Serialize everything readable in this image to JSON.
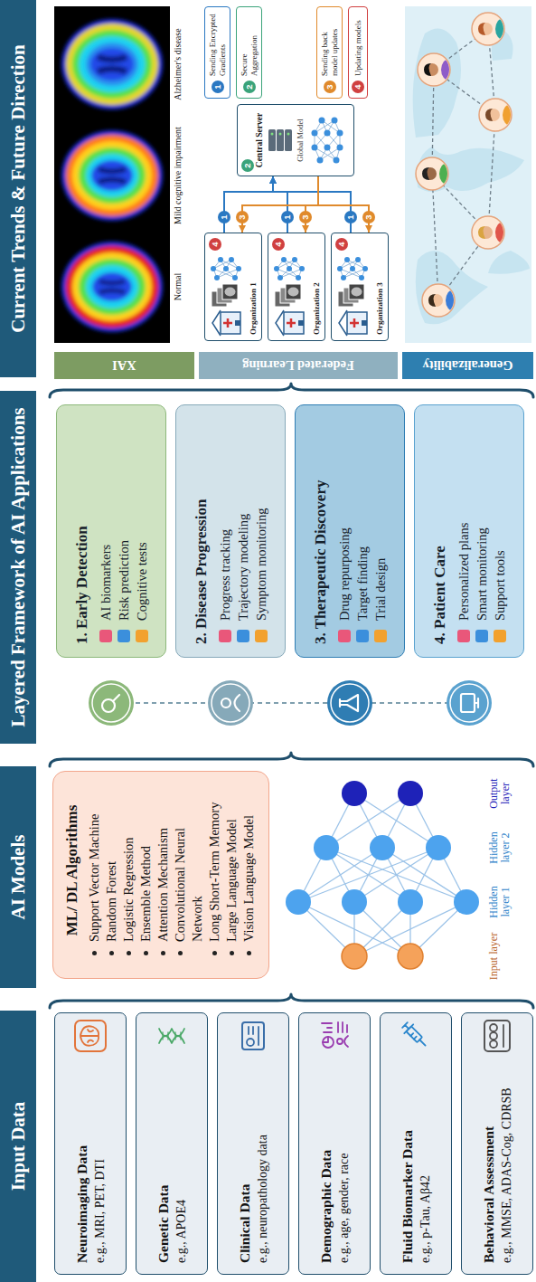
{
  "diagram": {
    "nodes": [
      {
        "text": [
          "Input Data"
        ]
      },
      {
        "text": [
          "Neuroimaging Data",
          "e.g., MRI, PET, DTI"
        ]
      },
      {
        "text": [
          "Genetic Data",
          "e.g., APOE4"
        ]
      },
      {
        "text": [
          "Clinical Data",
          "e.g., neuropathology data"
        ]
      },
      {
        "text": [
          "Demographic Data",
          "e.g., age, gender, race"
        ]
      },
      {
        "text": [
          "Fluid Biomarker Data",
          "e.g., p-Tau, Aβ42"
        ]
      },
      {
        "text": [
          "Behavioral Assessment",
          "e.g., MMSE, ADAS-Cog, CDRSB"
        ]
      },
      {
        "text": [
          "AI Models"
        ]
      },
      {
        "text": [
          "ML/ DL Algorithms",
          "Support Vector Machine",
          "Random Forest",
          "Logistic Regression",
          "Ensemble Method",
          "Attention Mechanism",
          "Convolutional Neural Network",
          "Long Short-Term Memory",
          "Large Language Model",
          "Vision Language Model"
        ]
      },
      {
        "text": [
          "Layered Framework of AI Applications"
        ]
      },
      {
        "text": [
          "1. Early Detection",
          "AI biomarkers",
          "Risk prediction",
          "Cognitive tests"
        ]
      },
      {
        "text": [
          "2. Disease Progression",
          "Progress tracking",
          "Trajectory modeling",
          "Symptom monitoring"
        ]
      },
      {
        "text": [
          "3. Therapeutic Discovery",
          "Drug repurposing",
          "Target finding",
          "Trial design"
        ]
      },
      {
        "text": [
          "4. Patient Care",
          "Personalized plans",
          "Smart monitoring",
          "Support tools"
        ]
      },
      {
        "text": [
          "Current Trends & Future Direction"
        ]
      },
      {
        "text": [
          "XAI"
        ]
      },
      {
        "text": [
          "Federated Learning"
        ]
      },
      {
        "text": [
          "4",
          "Organization 1"
        ]
      },
      {
        "text": [
          "4",
          "Organization 2"
        ]
      },
      {
        "text": [
          "4",
          "Organization 3"
        ]
      },
      {
        "text": [
          "2",
          "Central Server",
          "Global Model"
        ]
      },
      {
        "text": [
          "1",
          "Sending Encrypted Gradients"
        ]
      },
      {
        "text": [
          "2",
          "Secure Aggregation"
        ]
      },
      {
        "text": [
          "3",
          "Sending back model updates"
        ]
      },
      {
        "text": [
          "4",
          "Updating models"
        ]
      },
      {
        "text": [
          "Generalizability"
        ]
      }
    ],
    "edges": [
      {
        "from": 17,
        "to": 20,
        "label": "1",
        "arrow": "to"
      },
      {
        "from": 18,
        "to": 20,
        "label": "1",
        "arrow": "to"
      },
      {
        "from": 19,
        "to": 20,
        "label": "1",
        "arrow": "to"
      },
      {
        "from": 20,
        "to": 17,
        "label": "3",
        "arrow": "to"
      },
      {
        "from": 20,
        "to": 18,
        "label": "3",
        "arrow": "to"
      },
      {
        "from": 20,
        "to": 19,
        "label": "3",
        "arrow": "to"
      }
    ],
    "labels": [
      "Input layer",
      "Hidden layer 1",
      "Hidden layer 2",
      "Output layer",
      "Normal",
      "Mild cognitive impairment",
      "Alzheimer's disease"
    ]
  }
}
